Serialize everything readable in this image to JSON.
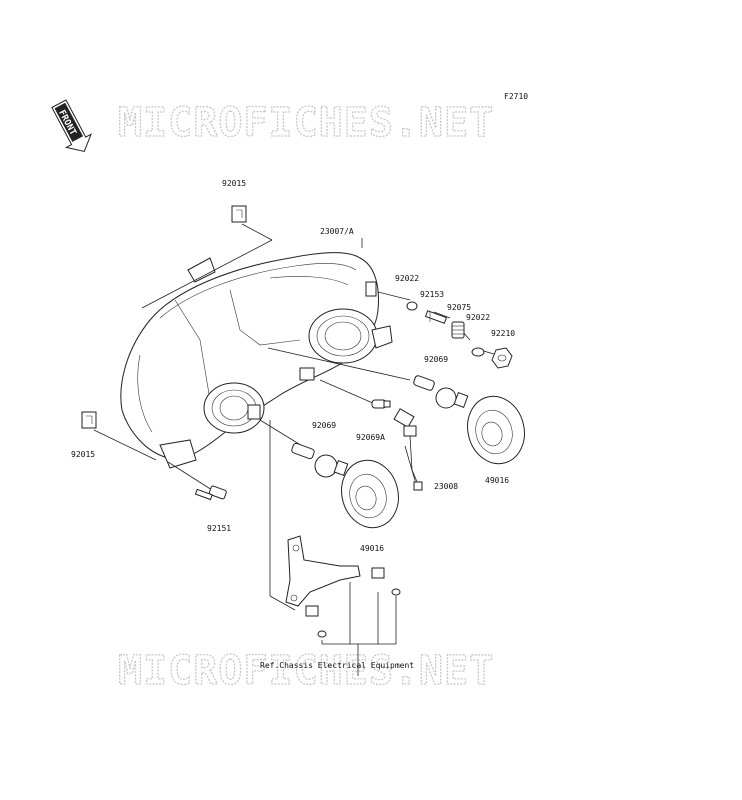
{
  "figure_code": "F2710",
  "front_badge": "FRONT",
  "watermarks": [
    "MICROFICHES.NET",
    "MICROFICHES.NET"
  ],
  "part_labels": {
    "p92015_top": "92015",
    "p23007A": "23007/A",
    "p92022_a": "92022",
    "p92153": "92153",
    "p92075": "92075",
    "p92022_b": "92022",
    "p92210": "92210",
    "p92069_r": "92069",
    "p92069": "92069",
    "p92069A": "92069A",
    "p92015_left": "92015",
    "p49016_r": "49016",
    "p23008": "23008",
    "p92151": "92151",
    "p49016": "49016"
  },
  "reference_note": "Ref.Chassis Electrical Equipment"
}
